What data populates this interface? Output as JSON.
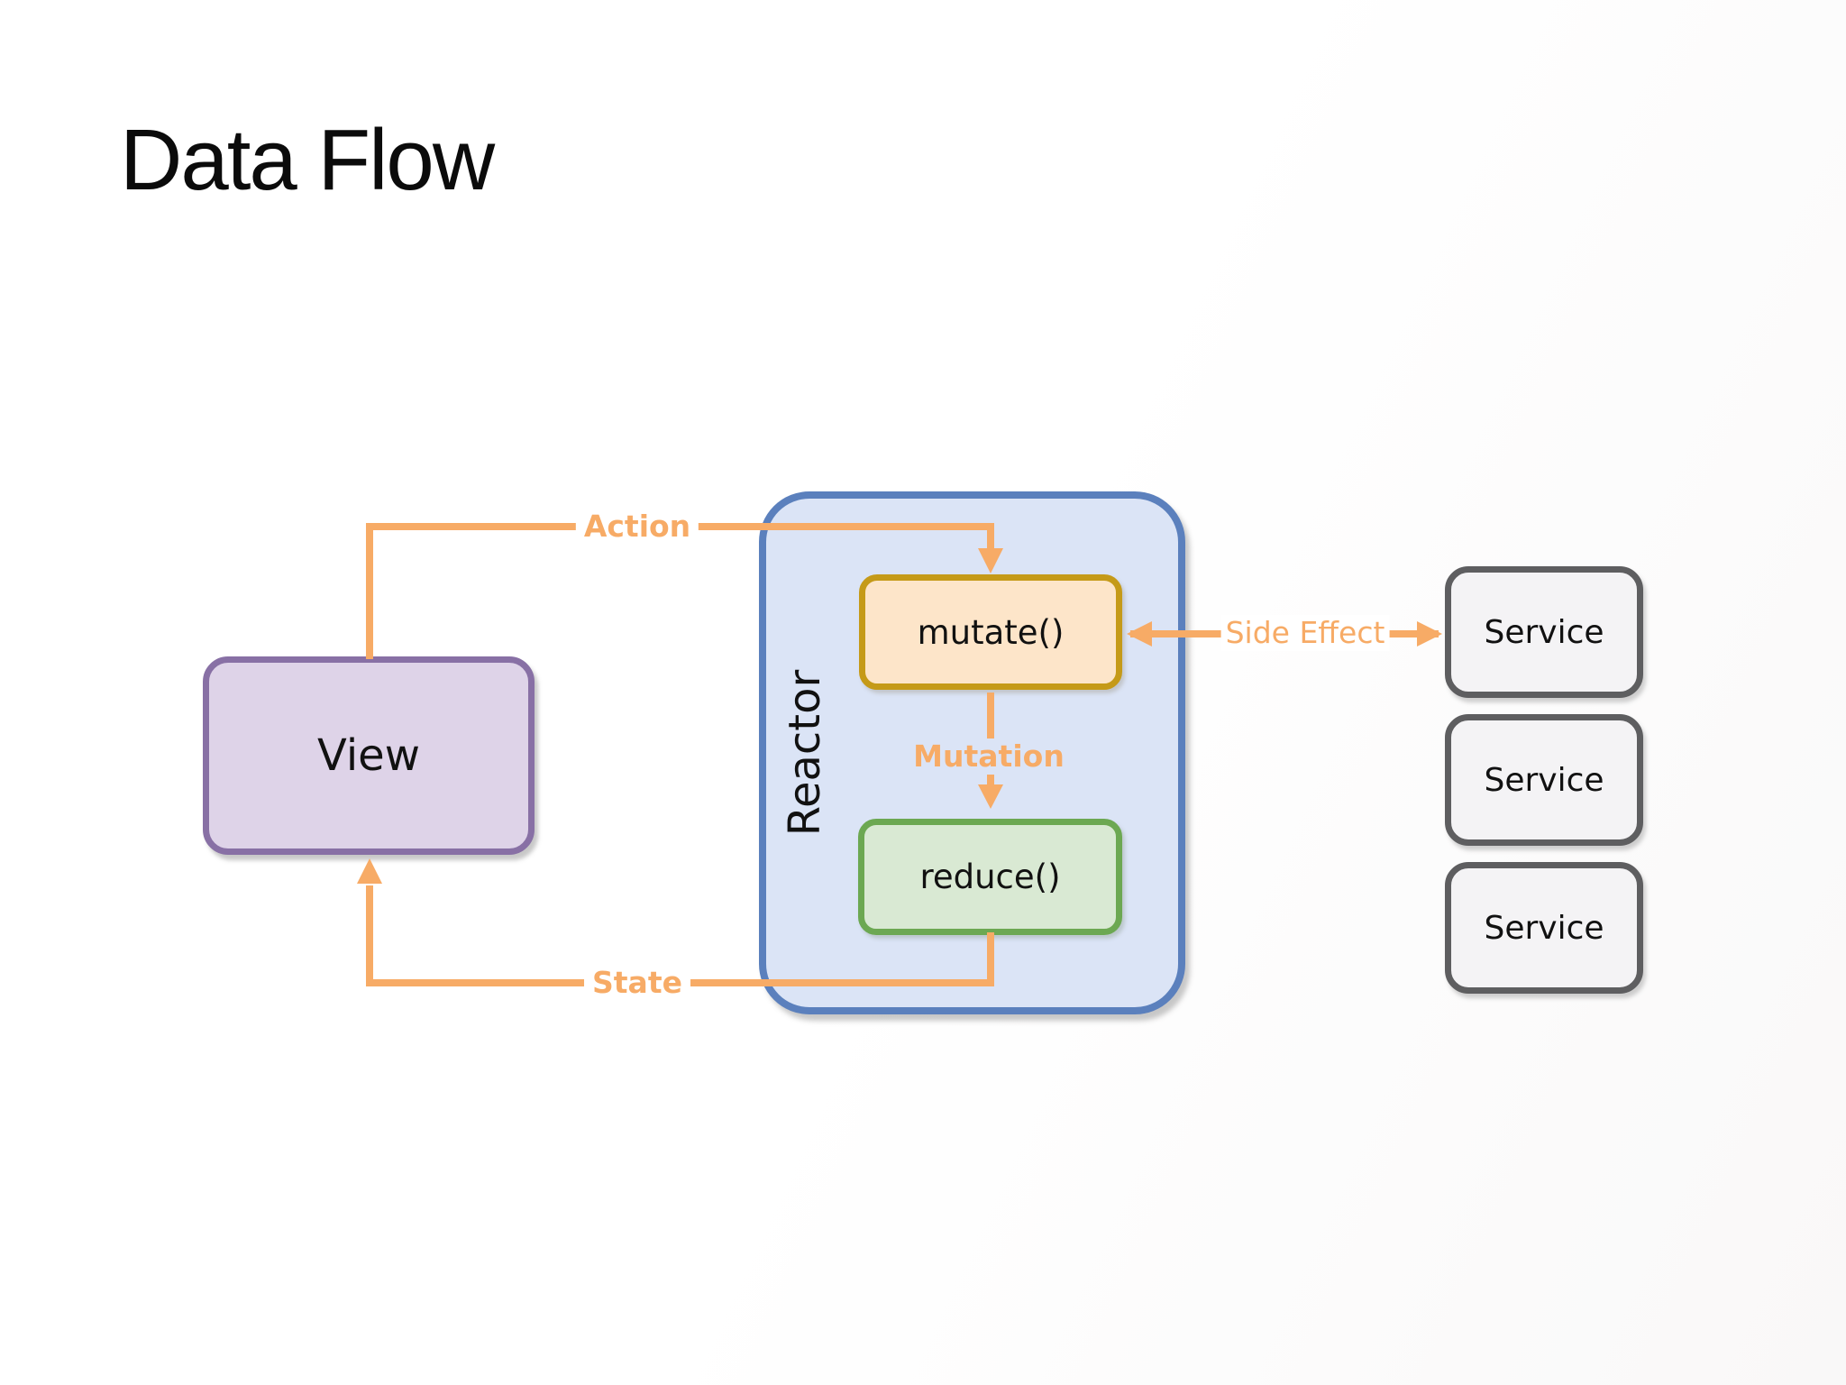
{
  "title": "Data Flow",
  "colors": {
    "orange": "#F7AB66",
    "text": "#0B0B0B",
    "view-fill": "#DED3E8",
    "view-border": "#8870A5",
    "reactor-fill": "#DBE4F6",
    "reactor-border": "#5B80BD",
    "mutate-fill": "#FDE5C9",
    "mutate-border": "#C59A18",
    "reduce-fill": "#D9E9D3",
    "reduce-border": "#6CA852",
    "service-fill": "#F4F3F5",
    "service-border": "#5E5E60"
  },
  "nodes": {
    "view": {
      "label": "View"
    },
    "reactor": {
      "label": "Reactor"
    },
    "mutate": {
      "label": "mutate()"
    },
    "reduce": {
      "label": "reduce()"
    },
    "services": [
      {
        "label": "Service"
      },
      {
        "label": "Service"
      },
      {
        "label": "Service"
      }
    ]
  },
  "edges": {
    "action": {
      "label": "Action"
    },
    "mutation": {
      "label": "Mutation"
    },
    "state": {
      "label": "State"
    },
    "side_effect": {
      "label": "Side Effect"
    }
  }
}
